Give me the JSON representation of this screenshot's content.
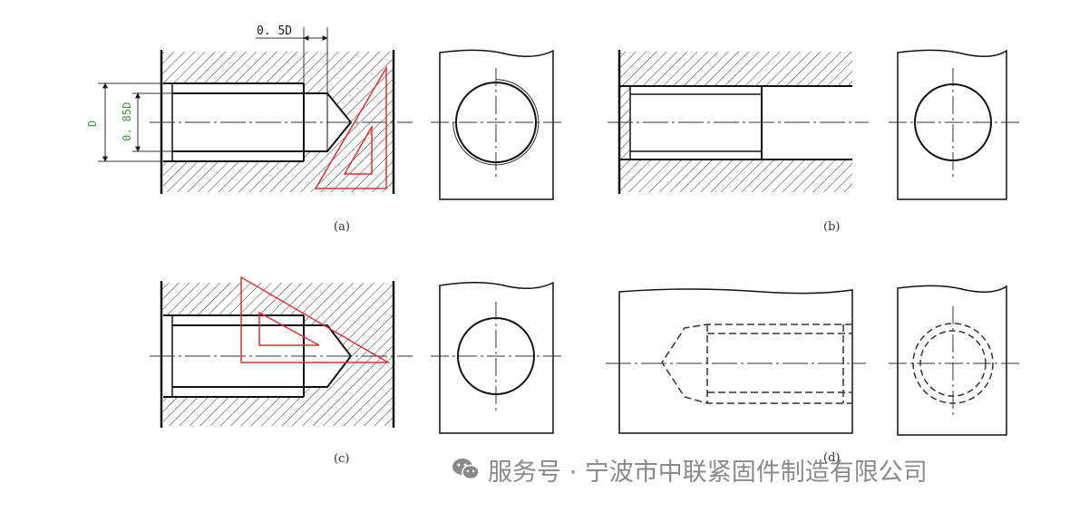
{
  "dimensions": {
    "pitch_label": "0. 5D",
    "major_label": "D",
    "minor_label": "0. 85D"
  },
  "captions": {
    "a": "(a)",
    "b": "(b)",
    "c": "(c)",
    "d": "(d)"
  },
  "watermark": {
    "icon": "wechat-icon",
    "text": "服务号 · 宁波市中联紧固件制造有限公司"
  },
  "colors": {
    "line": "#1a1a1a",
    "marker": "#e03030",
    "dimension": "#3a9a3a",
    "watermark": "#8a8a8a"
  }
}
